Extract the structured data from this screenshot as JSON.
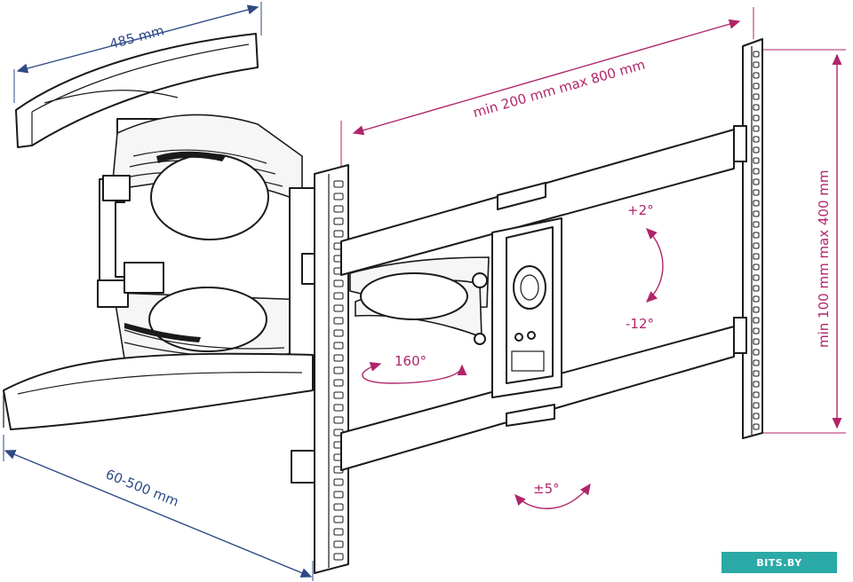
{
  "dimensions": {
    "arm_length": "485 mm",
    "extension": "60-500 mm",
    "vesa_horizontal": "min 200 mm max 800 mm",
    "vesa_vertical": "min 100 mm max 400 mm"
  },
  "angles": {
    "tilt_up": "+2°",
    "tilt_down": "-12°",
    "swivel": "160°",
    "rotation": "±5°"
  },
  "colors": {
    "blue_dimension": "#2e4a86",
    "pink_dimension": "#b0256a",
    "outline": "#1a1a1a",
    "badge": "#2ba9a6"
  },
  "watermark": "BITS.BY"
}
